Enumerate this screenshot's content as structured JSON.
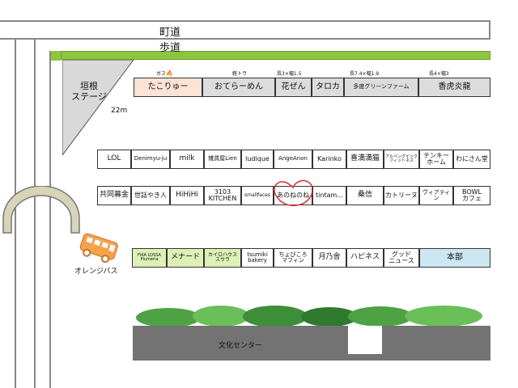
{
  "roads": {
    "main": "町道",
    "sidewalk": "歩道"
  },
  "stage": {
    "label": "垣根\nステージ",
    "distance": "22m"
  },
  "bus": {
    "label": "オレンジバス"
  },
  "culture_center": {
    "label": "文化センター"
  },
  "colors": {
    "sidewalk": "#8cc63f",
    "pink": "#fde2d6",
    "grey_stall": "#dcdcdc",
    "green_stall": "#ddf0b5",
    "blue_stall": "#cce6f2",
    "building": "#737373",
    "bus": "#f7a14a",
    "tree_dark": "#3d8f3a",
    "tree_light": "#6bbf59",
    "circle": "#d23a3a"
  },
  "row1_notes": [
    "ガス",
    "軽トラ",
    "長3×幅1.5",
    "長7.4×幅1.9",
    "長4×幅3"
  ],
  "row1": [
    "たこりゅー",
    "おてらーめん",
    "花ぜん",
    "タロカ",
    "多度グリーンファーム",
    "香虎炎龍"
  ],
  "row2": [
    "LOL",
    "Denimyu-ju",
    "milk",
    "雑貨屋Lien",
    "ludique",
    "AngeAnon",
    "Karinko",
    "喜満満猫",
    "アルペンクイック\nフィットネス",
    "テンキー\nホーム",
    "わにさん堂"
  ],
  "row3": [
    "共同募金",
    "世話やき人",
    "HiHiHi",
    "3103\nKITCHEN",
    "smallfaces",
    "あのねのね",
    "tintam...",
    "桑信",
    "カトリーヌ",
    "ヴィアティン",
    "BOWL\nカフェ"
  ],
  "row4": [
    "FIKA LOSSA\nPlumeria",
    "メナード",
    "カイロハウス\nスウラ",
    "tsumiki\nbakery",
    "ちょびころ\nマフィン",
    "月乃舎",
    "ハピネス",
    "グッド\nニュース",
    "本部"
  ]
}
